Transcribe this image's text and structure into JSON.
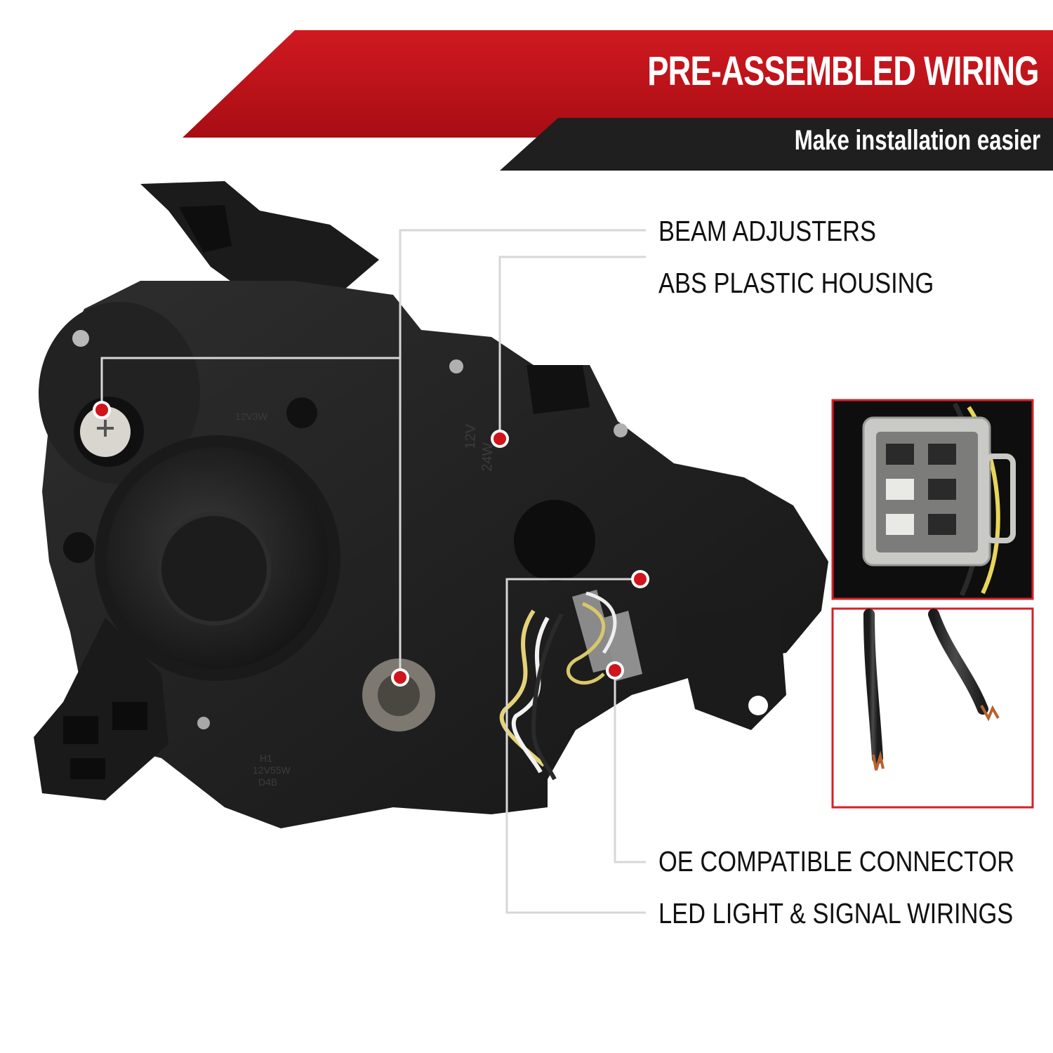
{
  "banner": {
    "title": "PRE-ASSEMBLED WIRING",
    "subtitle": "Make installation easier",
    "colors": {
      "primary": "#c8111a",
      "secondary": "#1f1f1f"
    }
  },
  "callouts": [
    {
      "label": "BEAM ADJUSTERS"
    },
    {
      "label": "ABS PLASTIC HOUSING"
    },
    {
      "label": "OE COMPATIBLE CONNECTOR"
    },
    {
      "label": "LED LIGHT & SIGNAL WIRINGS"
    }
  ],
  "product": {
    "housing_markings": [
      "12V",
      "24W",
      "12V3W",
      "H1",
      "12V55W",
      "D4B"
    ]
  },
  "insets": [
    {
      "subject": "connector-plug-photo",
      "frame_color": "#d42127"
    },
    {
      "subject": "bare-wires-photo",
      "frame_color": "#d42127"
    }
  ]
}
